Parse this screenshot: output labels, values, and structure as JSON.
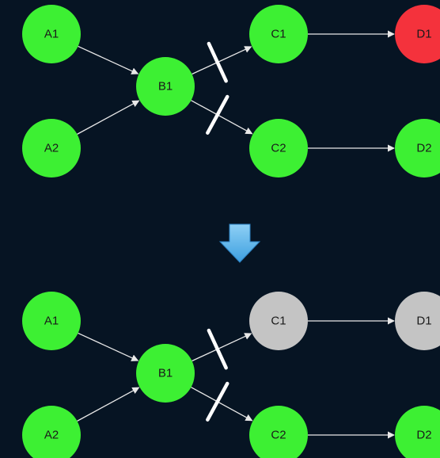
{
  "colors": {
    "background": "#061423",
    "node_green": "#3df033",
    "node_red": "#f4323c",
    "node_grey": "#c4c4c4",
    "edge": "#e8e8e8",
    "cut_mark": "#ffffff",
    "arrow_top": "#8ed0f5",
    "arrow_bottom": "#3d9fe0"
  },
  "icons": {
    "transition_arrow": "down-arrow-icon"
  },
  "panels": [
    {
      "nodes": [
        {
          "id": "A1",
          "label": "A1",
          "status": "green"
        },
        {
          "id": "A2",
          "label": "A2",
          "status": "green"
        },
        {
          "id": "B1",
          "label": "B1",
          "status": "green"
        },
        {
          "id": "C1",
          "label": "C1",
          "status": "green"
        },
        {
          "id": "C2",
          "label": "C2",
          "status": "green"
        },
        {
          "id": "D1",
          "label": "D1",
          "status": "red"
        },
        {
          "id": "D2",
          "label": "D2",
          "status": "green"
        }
      ],
      "edges": [
        {
          "from": "A1",
          "to": "B1",
          "cut": false
        },
        {
          "from": "A2",
          "to": "B1",
          "cut": false
        },
        {
          "from": "B1",
          "to": "C1",
          "cut": true
        },
        {
          "from": "B1",
          "to": "C2",
          "cut": true
        },
        {
          "from": "C1",
          "to": "D1",
          "cut": false
        },
        {
          "from": "C2",
          "to": "D2",
          "cut": false
        }
      ]
    },
    {
      "nodes": [
        {
          "id": "A1",
          "label": "A1",
          "status": "green"
        },
        {
          "id": "A2",
          "label": "A2",
          "status": "green"
        },
        {
          "id": "B1",
          "label": "B1",
          "status": "green"
        },
        {
          "id": "C1",
          "label": "C1",
          "status": "grey"
        },
        {
          "id": "C2",
          "label": "C2",
          "status": "green"
        },
        {
          "id": "D1",
          "label": "D1",
          "status": "grey"
        },
        {
          "id": "D2",
          "label": "D2",
          "status": "green"
        }
      ],
      "edges": [
        {
          "from": "A1",
          "to": "B1",
          "cut": false
        },
        {
          "from": "A2",
          "to": "B1",
          "cut": false
        },
        {
          "from": "B1",
          "to": "C1",
          "cut": true
        },
        {
          "from": "B1",
          "to": "C2",
          "cut": true
        },
        {
          "from": "C1",
          "to": "D1",
          "cut": false
        },
        {
          "from": "C2",
          "to": "D2",
          "cut": false
        }
      ]
    }
  ]
}
